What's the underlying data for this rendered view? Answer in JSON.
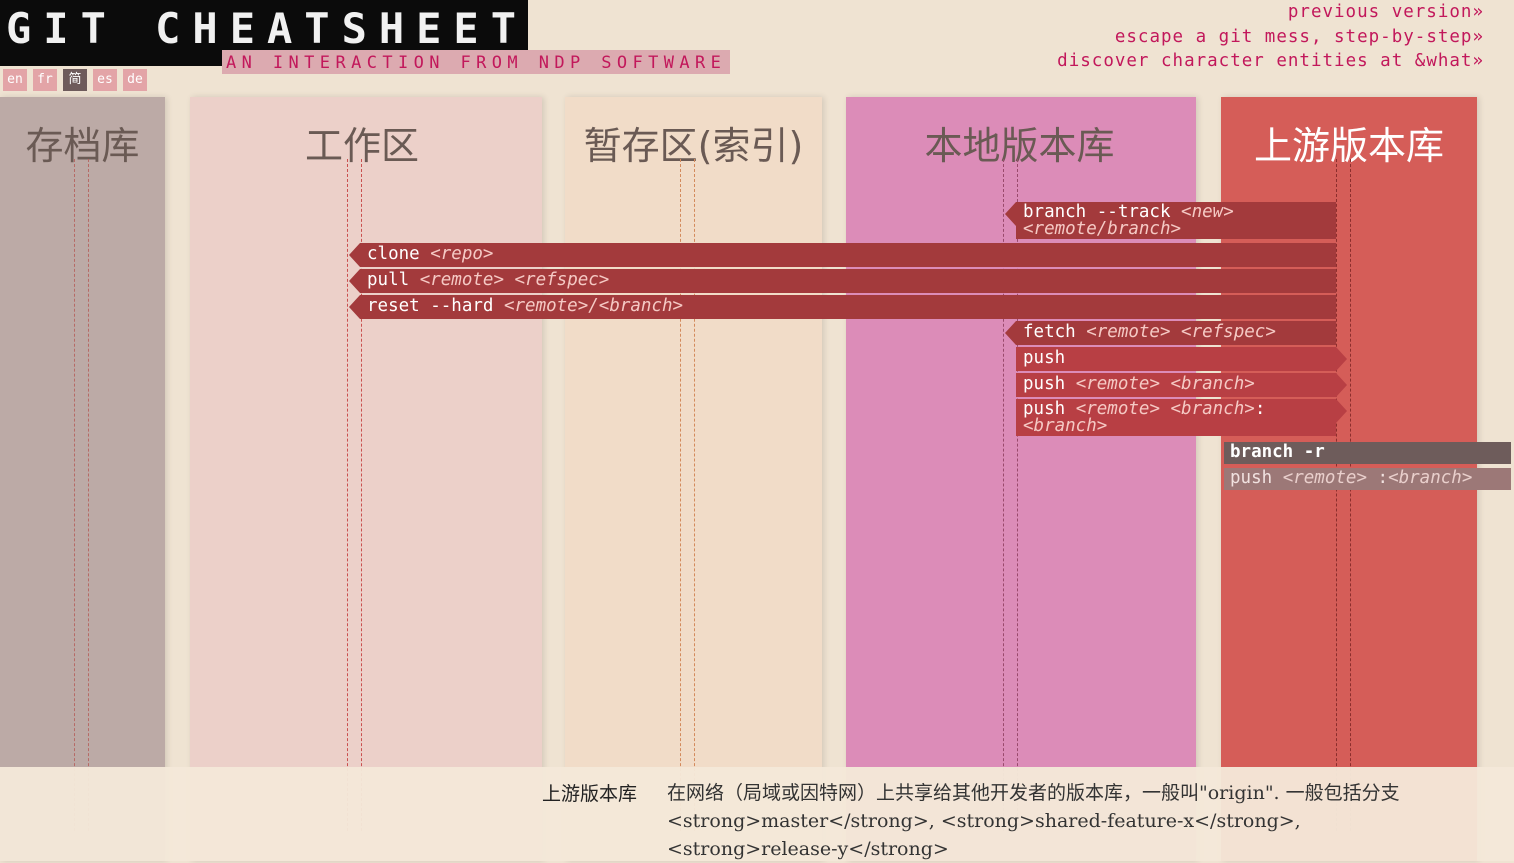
{
  "header": {
    "title": "GIT CHEATSHEET",
    "subtitle": "AN INTERACTION FROM NDP SOFTWARE",
    "languages": [
      "en",
      "fr",
      "简",
      "es",
      "de"
    ],
    "links": [
      "previous version»",
      "escape a git mess, step-by-step»",
      "discover character entities at &what»"
    ]
  },
  "columns": [
    {
      "name": "存档库",
      "color": "#bcaaa6"
    },
    {
      "name": "工作区",
      "color": "#ecd0c9"
    },
    {
      "name": "暂存区(索引)",
      "color": "#f1dcc8"
    },
    {
      "name": "本地版本库",
      "color": "#dc8cb8"
    },
    {
      "name": "上游版本库",
      "color": "#d55d58"
    }
  ],
  "commands": [
    {
      "text": "branch --track ",
      "args": "<new>",
      "text2": "",
      "args2": "<remote/branch>"
    },
    {
      "text": "clone ",
      "args": "<repo>"
    },
    {
      "text": "pull ",
      "args": "<remote> <refspec>"
    },
    {
      "text": "reset --hard ",
      "args": "<remote>/<branch>"
    },
    {
      "text": "fetch ",
      "args": "<remote> <refspec>"
    },
    {
      "text": "push",
      "args": ""
    },
    {
      "text": "push ",
      "args": "<remote> <branch>"
    },
    {
      "text": "push ",
      "args": "<remote> <branch>",
      "tail": ":",
      "args2": "<branch>"
    },
    {
      "text": "branch -r",
      "args": ""
    },
    {
      "text": "push ",
      "args": "<remote>",
      "tail": " :",
      "args2": "<branch>"
    }
  ],
  "footer": {
    "name": "上游版本库",
    "description": "在网络（局域或因特网）上共享给其他开发者的版本库，一般叫\"origin\". 一般包括分支 <strong>master</strong>, <strong>shared-feature-x</strong>, <strong>release-y</strong>"
  }
}
